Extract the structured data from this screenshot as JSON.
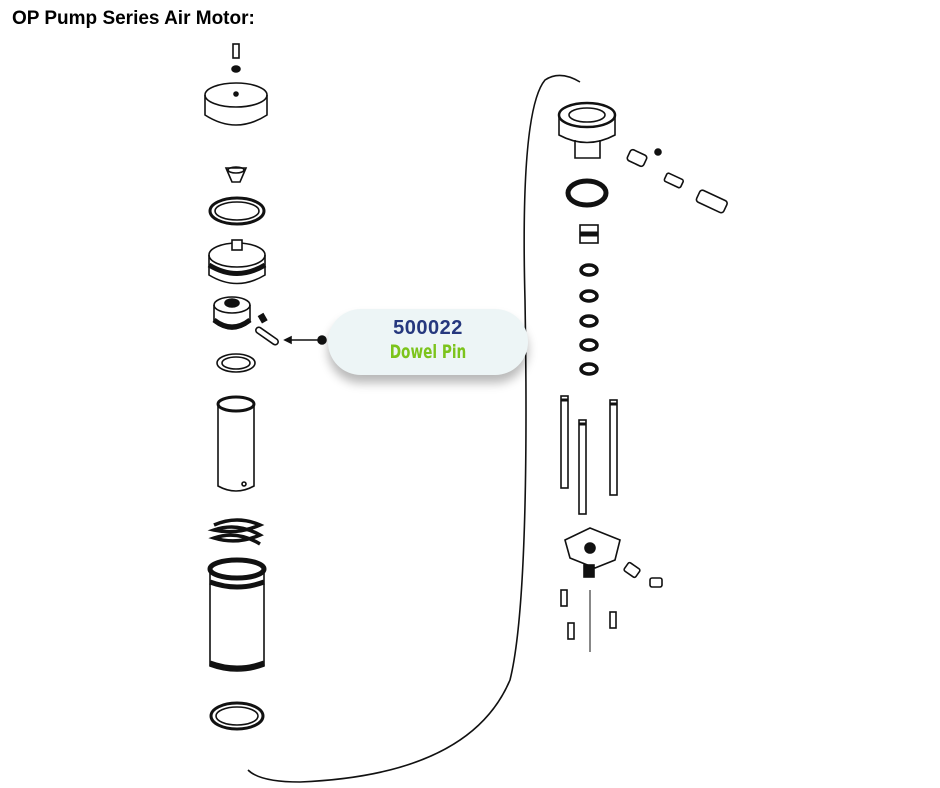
{
  "title": "OP Pump Series Air Motor:",
  "callout": {
    "part_number": "500022",
    "part_name": "Dowel Pin"
  },
  "colors": {
    "part_number": "#26387e",
    "part_name": "#7cc41c",
    "callout_bg": "#edf5f6"
  }
}
